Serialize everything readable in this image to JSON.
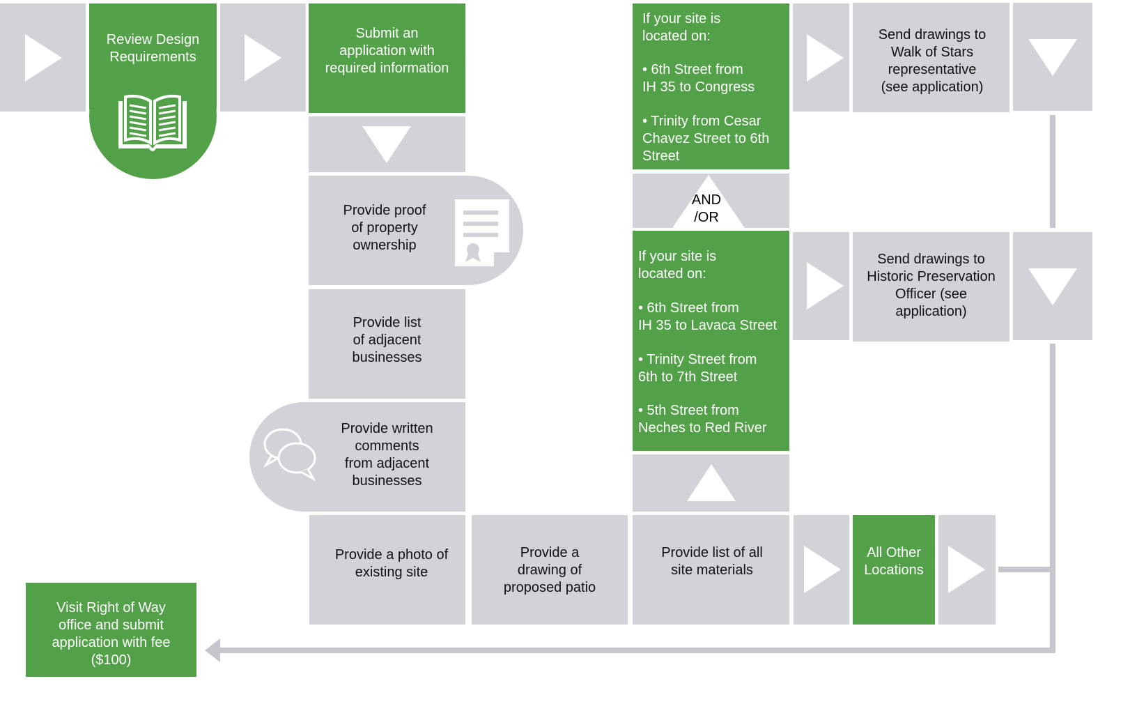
{
  "steps": {
    "review_design": "Review Design\nRequirements",
    "submit_application": "Submit an\napplication with\nrequired information",
    "proof_ownership": "Provide proof\nof property\nownership",
    "list_adjacent": "Provide list\nof adjacent\nbusinesses",
    "written_comments": "Provide written\ncomments\nfrom adjacent\nbusinesses",
    "photo_existing": "Provide a photo of\nexisting site",
    "drawing_patio": "Provide a\ndrawing of\nproposed patio",
    "site_materials": "Provide list of all\nsite materials",
    "all_other_locations": "All Other\nLocations",
    "visit_row_office": "Visit Right of Way\noffice and submit\napplication with fee\n($100)"
  },
  "branches": {
    "walk_of_stars": {
      "heading": "If your site is\nlocated on:",
      "items": [
        "• 6th Street from\nIH 35 to Congress",
        "• Trinity from Cesar\nChavez Street to 6th\nStreet"
      ],
      "action": "Send drawings to\nWalk of Stars\nrepresentative\n(see application)"
    },
    "and_or": "AND\n/OR",
    "historic": {
      "heading": "If your site is\nlocated on:",
      "items": [
        "• 6th Street from\nIH 35 to Lavaca Street",
        "• Trinity Street from\n6th to 7th Street",
        "• 5th Street from\nNeches to Red River"
      ],
      "action": "Send drawings to\nHistoric Preservation\nOfficer (see\napplication)"
    }
  },
  "icons": [
    "play-arrow-icon",
    "down-arrow-icon",
    "up-arrow-icon",
    "book-icon",
    "certificate-icon",
    "speech-bubbles-icon"
  ],
  "colors": {
    "green": "#52a047",
    "gray": "#d1d3d8",
    "connector": "#c4c6cb"
  }
}
